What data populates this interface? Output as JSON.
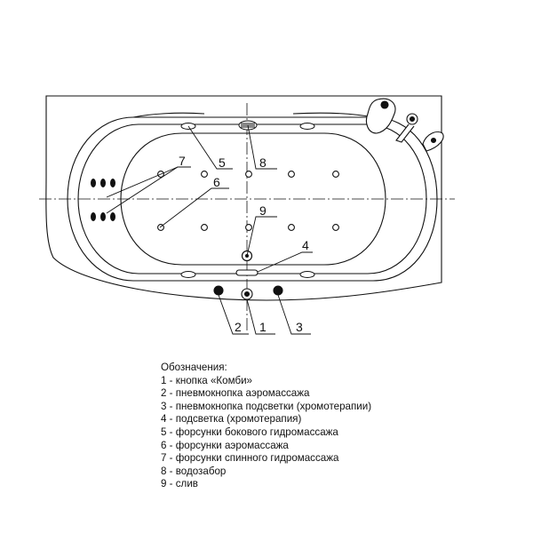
{
  "callouts": [
    "1",
    "2",
    "3",
    "4",
    "5",
    "6",
    "7",
    "8",
    "9"
  ],
  "legend": {
    "title": "Обозначения:",
    "items": [
      "1 - кнопка «Комби»",
      "2 - пневмокнопка аэромассажа",
      "3 - пневмокнопка подсветки (хромотерапии)",
      "4 - подсветка (хромотерапия)",
      "5 - форсунки бокового гидромассажа",
      "6 - форсунки аэромассажа",
      "7 - форсунки спинного гидромассажа",
      "8 - водозабор",
      "9 - слив"
    ]
  }
}
